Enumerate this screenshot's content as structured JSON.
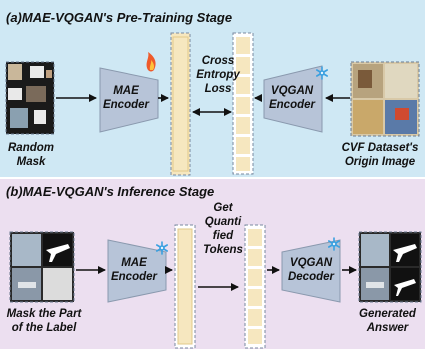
{
  "panel_a": {
    "title": "(a)MAE-VQGAN's Pre-Training Stage",
    "input_label": [
      "Random",
      "Mask"
    ],
    "encoder_label": [
      "MAE",
      "Encoder"
    ],
    "loss_label": [
      "Cross",
      "Entropy",
      "Loss"
    ],
    "vqgan_encoder_label": [
      "VQGAN",
      "Encoder"
    ],
    "output_label": [
      "CVF Dataset's",
      "Origin Image"
    ],
    "encoder_icon": "fire-icon",
    "vqgan_icon": "snowflake-icon"
  },
  "panel_b": {
    "title": "(b)MAE-VQGAN's Inference Stage",
    "tokens_label": [
      "Get",
      "Quanti",
      "fied",
      "Tokens"
    ],
    "encoder_label": [
      "MAE",
      "Encoder"
    ],
    "decoder_label": [
      "VQGAN",
      "Decoder"
    ],
    "input_label": [
      "Mask the Part",
      "of the Label"
    ],
    "output_label": [
      "Generated",
      "Answer"
    ],
    "encoder_icon": "snowflake-icon",
    "decoder_icon": "snowflake-icon"
  },
  "colors": {
    "panel_a_bg": "#cfe8f4",
    "panel_b_bg": "#ecdff0",
    "block_fill": "#b7c4d8",
    "token_fill": "#f6e7bf"
  }
}
